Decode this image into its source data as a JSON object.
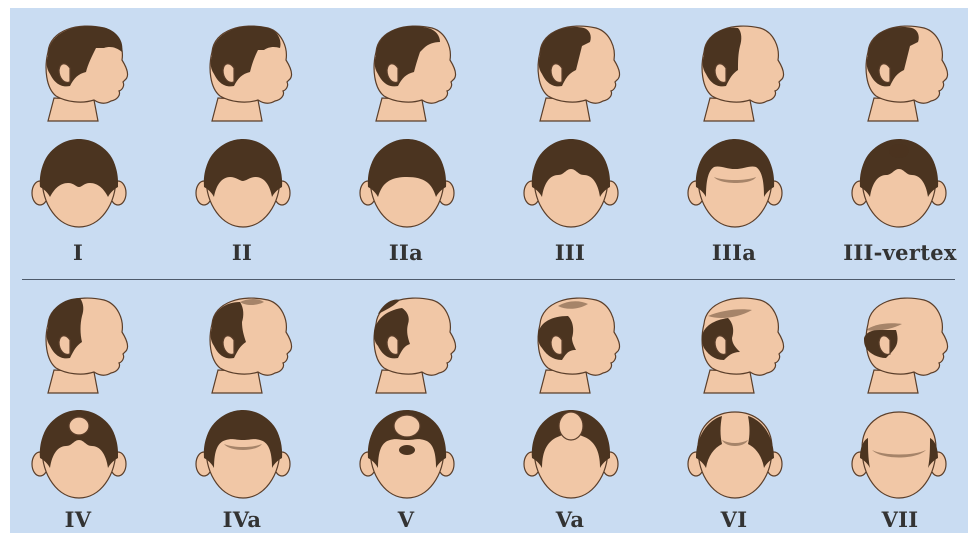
{
  "colors": {
    "background": "#c9dcf2",
    "skin": "#f1c7a6",
    "hair": "#4b3420",
    "outline": "#5a3e2a",
    "divider": "#4d5a6b",
    "label": "#333333"
  },
  "stages": [
    {
      "label": "I"
    },
    {
      "label": "II"
    },
    {
      "label": "IIa"
    },
    {
      "label": "III"
    },
    {
      "label": "IIIa"
    },
    {
      "label": "III-vertex"
    },
    {
      "label": "IV"
    },
    {
      "label": "IVa"
    },
    {
      "label": "V"
    },
    {
      "label": "Va"
    },
    {
      "label": "VI"
    },
    {
      "label": "VII"
    }
  ]
}
